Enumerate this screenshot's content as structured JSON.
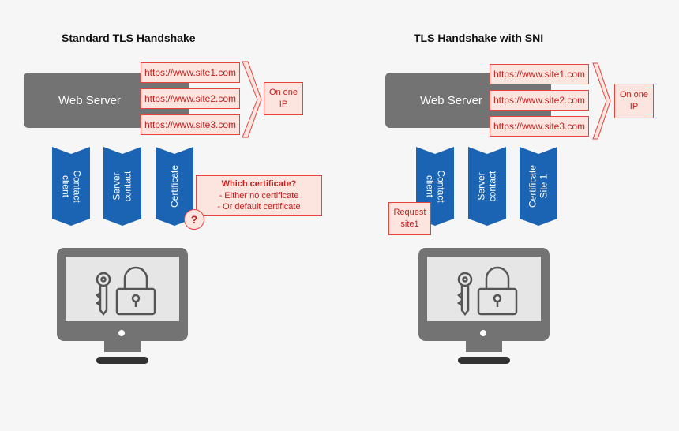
{
  "left": {
    "title": "Standard TLS Handshake",
    "server_label": "Web Server",
    "urls": [
      "https://www.site1.com",
      "https://www.site2.com",
      "https://www.site3.com"
    ],
    "ip_note": [
      "On one",
      "IP"
    ],
    "ribbons": [
      {
        "lines": [
          "Contact",
          "client"
        ]
      },
      {
        "lines": [
          "Server",
          "contact"
        ]
      },
      {
        "lines": [
          "Certificate"
        ]
      }
    ],
    "question": {
      "title": "Which certificate?",
      "lines": [
        "- Either no certificate",
        "- Or default certificate"
      ],
      "mark": "?"
    }
  },
  "right": {
    "title": "TLS Handshake with SNI",
    "server_label": "Web Server",
    "urls": [
      "https://www.site1.com",
      "https://www.site2.com",
      "https://www.site3.com"
    ],
    "ip_note": [
      "On one",
      "IP"
    ],
    "ribbons": [
      {
        "lines": [
          "Contact",
          "client"
        ]
      },
      {
        "lines": [
          "Server",
          "contact"
        ]
      },
      {
        "lines": [
          "Certificate",
          "Site 1"
        ]
      }
    ],
    "request": [
      "Request",
      "site1"
    ]
  },
  "colors": {
    "server_gray": "#737373",
    "ribbon_blue": "#1b64b4",
    "note_fill": "#fde5df",
    "note_border": "#e8423f",
    "note_text": "#c0201e"
  },
  "icons": [
    "key-icon",
    "padlock-icon",
    "monitor-icon"
  ]
}
